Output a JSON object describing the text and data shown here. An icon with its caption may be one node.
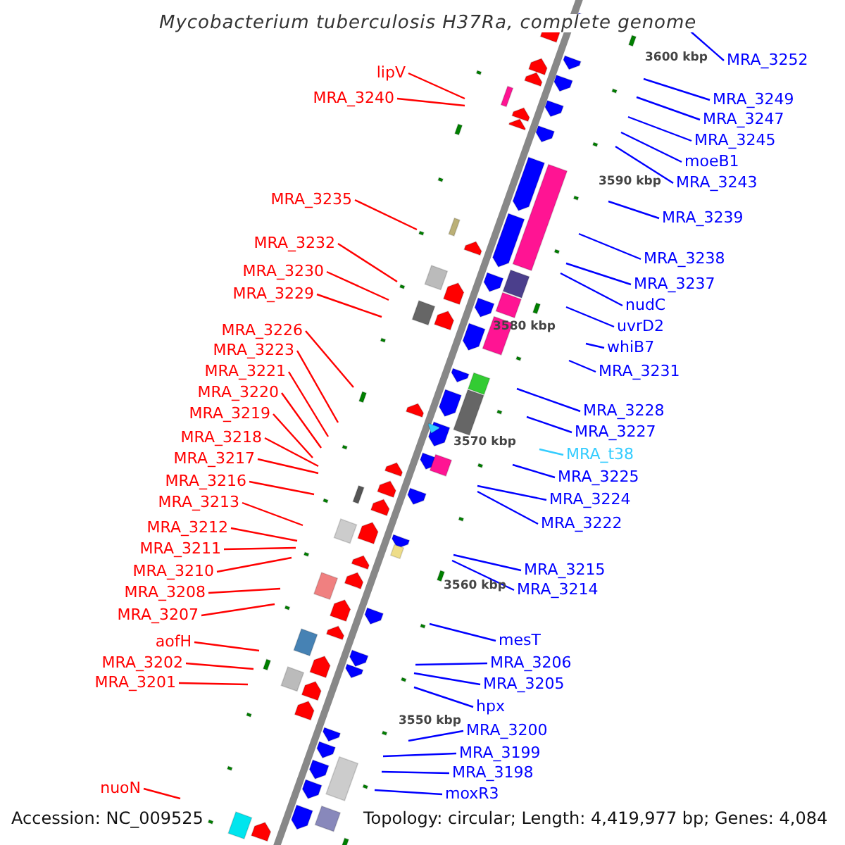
{
  "diagram": {
    "title": "Mycobacterium tuberculosis H37Ra, complete genome",
    "nodes": [
      {
        "text": [
          "lipV"
        ]
      },
      {
        "text": [
          "MRA_3240"
        ]
      },
      {
        "text": [
          "MRA_3235"
        ]
      },
      {
        "text": [
          "MRA_3232"
        ]
      },
      {
        "text": [
          "MRA_3230"
        ]
      },
      {
        "text": [
          "MRA_3229"
        ]
      },
      {
        "text": [
          "MRA_3226"
        ]
      },
      {
        "text": [
          "MRA_3223"
        ]
      },
      {
        "text": [
          "MRA_3221"
        ]
      },
      {
        "text": [
          "MRA_3220"
        ]
      },
      {
        "text": [
          "MRA_3219"
        ]
      },
      {
        "text": [
          "MRA_3218"
        ]
      },
      {
        "text": [
          "MRA_3217"
        ]
      },
      {
        "text": [
          "MRA_3216"
        ]
      },
      {
        "text": [
          "MRA_3213"
        ]
      },
      {
        "text": [
          "MRA_3212"
        ]
      },
      {
        "text": [
          "MRA_3211"
        ]
      },
      {
        "text": [
          "MRA_3210"
        ]
      },
      {
        "text": [
          "MRA_3208"
        ]
      },
      {
        "text": [
          "MRA_3207"
        ]
      },
      {
        "text": [
          "aofH"
        ]
      },
      {
        "text": [
          "MRA_3202"
        ]
      },
      {
        "text": [
          "MRA_3201"
        ]
      },
      {
        "text": [
          "nuoN"
        ]
      },
      {
        "text": [
          "MRA_3252"
        ]
      },
      {
        "text": [
          "MRA_3249"
        ]
      },
      {
        "text": [
          "MRA_3247"
        ]
      },
      {
        "text": [
          "MRA_3245"
        ]
      },
      {
        "text": [
          "moeB1"
        ]
      },
      {
        "text": [
          "MRA_3243"
        ]
      },
      {
        "text": [
          "MRA_3239"
        ]
      },
      {
        "text": [
          "MRA_3238"
        ]
      },
      {
        "text": [
          "MRA_3237"
        ]
      },
      {
        "text": [
          "nudC"
        ]
      },
      {
        "text": [
          "uvrD2"
        ]
      },
      {
        "text": [
          "whiB7"
        ]
      },
      {
        "text": [
          "MRA_3231"
        ]
      },
      {
        "text": [
          "MRA_3228"
        ]
      },
      {
        "text": [
          "MRA_3227"
        ]
      },
      {
        "text": [
          "MRA_t38"
        ]
      },
      {
        "text": [
          "MRA_3225"
        ]
      },
      {
        "text": [
          "MRA_3224"
        ]
      },
      {
        "text": [
          "MRA_3222"
        ]
      },
      {
        "text": [
          "MRA_3215"
        ]
      },
      {
        "text": [
          "MRA_3214"
        ]
      },
      {
        "text": [
          "mesT"
        ]
      },
      {
        "text": [
          "MRA_3206"
        ]
      },
      {
        "text": [
          "MRA_3205"
        ]
      },
      {
        "text": [
          "hpx"
        ]
      },
      {
        "text": [
          "MRA_3200"
        ]
      },
      {
        "text": [
          "MRA_3199"
        ]
      },
      {
        "text": [
          "MRA_3198"
        ]
      },
      {
        "text": [
          "moxR3"
        ]
      }
    ],
    "edges": [
      {
        "from": 0,
        "to": null,
        "arrow": "none",
        "color": "#ff0000"
      },
      {
        "from": 1,
        "to": null,
        "arrow": "none",
        "color": "#ff0000"
      },
      {
        "from": 2,
        "to": null,
        "arrow": "none",
        "color": "#ff0000"
      },
      {
        "from": 3,
        "to": null,
        "arrow": "none",
        "color": "#ff0000"
      },
      {
        "from": 4,
        "to": null,
        "arrow": "none",
        "color": "#ff0000"
      },
      {
        "from": 5,
        "to": null,
        "arrow": "none",
        "color": "#ff0000"
      },
      {
        "from": 6,
        "to": null,
        "arrow": "none",
        "color": "#ff0000"
      },
      {
        "from": 7,
        "to": null,
        "arrow": "none",
        "color": "#ff0000"
      },
      {
        "from": 8,
        "to": null,
        "arrow": "none",
        "color": "#ff0000"
      },
      {
        "from": 9,
        "to": null,
        "arrow": "none",
        "color": "#ff0000"
      },
      {
        "from": 10,
        "to": null,
        "arrow": "none",
        "color": "#ff0000"
      },
      {
        "from": 11,
        "to": null,
        "arrow": "none",
        "color": "#ff0000"
      },
      {
        "from": 12,
        "to": null,
        "arrow": "none",
        "color": "#ff0000"
      },
      {
        "from": 13,
        "to": null,
        "arrow": "none",
        "color": "#ff0000"
      },
      {
        "from": 14,
        "to": null,
        "arrow": "none",
        "color": "#ff0000"
      },
      {
        "from": 15,
        "to": null,
        "arrow": "none",
        "color": "#ff0000"
      },
      {
        "from": 16,
        "to": null,
        "arrow": "none",
        "color": "#ff0000"
      },
      {
        "from": 17,
        "to": null,
        "arrow": "none",
        "color": "#ff0000"
      },
      {
        "from": 18,
        "to": null,
        "arrow": "none",
        "color": "#ff0000"
      },
      {
        "from": 19,
        "to": null,
        "arrow": "none",
        "color": "#ff0000"
      },
      {
        "from": 20,
        "to": null,
        "arrow": "none",
        "color": "#ff0000"
      },
      {
        "from": 21,
        "to": null,
        "arrow": "none",
        "color": "#ff0000"
      },
      {
        "from": 22,
        "to": null,
        "arrow": "none",
        "color": "#ff0000"
      },
      {
        "from": 23,
        "to": null,
        "arrow": "none",
        "color": "#ff0000"
      },
      {
        "from": 24,
        "to": null,
        "arrow": "none"
      },
      {
        "from": 25,
        "to": null,
        "arrow": "none"
      },
      {
        "from": 26,
        "to": null,
        "arrow": "none"
      },
      {
        "from": 27,
        "to": null,
        "arrow": "none"
      },
      {
        "from": 28,
        "to": null,
        "arrow": "none"
      },
      {
        "from": 29,
        "to": null,
        "arrow": "none"
      },
      {
        "from": 30,
        "to": null,
        "arrow": "none"
      },
      {
        "from": 31,
        "to": null,
        "arrow": "none"
      },
      {
        "from": 32,
        "to": null,
        "arrow": "none"
      },
      {
        "from": 33,
        "to": null,
        "arrow": "none"
      },
      {
        "from": 34,
        "to": null,
        "arrow": "none"
      },
      {
        "from": 35,
        "to": null,
        "arrow": "none"
      },
      {
        "from": 36,
        "to": null,
        "arrow": "none"
      },
      {
        "from": 37,
        "to": null,
        "arrow": "none"
      },
      {
        "from": 38,
        "to": null,
        "arrow": "none"
      },
      {
        "from": 39,
        "to": null,
        "arrow": "none",
        "color": "#33ccff"
      },
      {
        "from": 40,
        "to": null,
        "arrow": "none"
      },
      {
        "from": 41,
        "to": null,
        "arrow": "none"
      },
      {
        "from": 42,
        "to": null,
        "arrow": "none"
      },
      {
        "from": 43,
        "to": null,
        "arrow": "none"
      },
      {
        "from": 44,
        "to": null,
        "arrow": "none"
      },
      {
        "from": 45,
        "to": null,
        "arrow": "none"
      },
      {
        "from": 46,
        "to": null,
        "arrow": "none"
      },
      {
        "from": 47,
        "to": null,
        "arrow": "none"
      },
      {
        "from": 48,
        "to": null,
        "arrow": "none"
      },
      {
        "from": 49,
        "to": null,
        "arrow": "none"
      },
      {
        "from": 50,
        "to": null,
        "arrow": "none"
      },
      {
        "from": 51,
        "to": null,
        "arrow": "none"
      },
      {
        "from": 52,
        "to": null,
        "arrow": "none"
      }
    ],
    "labels": [
      "3600 kbp",
      "3590 kbp",
      "3580 kbp",
      "3570 kbp",
      "3560 kbp",
      "3550 kbp",
      "Accession: NC_009525",
      "Topology: circular; Length: 4,419,977 bp; Genes: 4,084"
    ]
  }
}
